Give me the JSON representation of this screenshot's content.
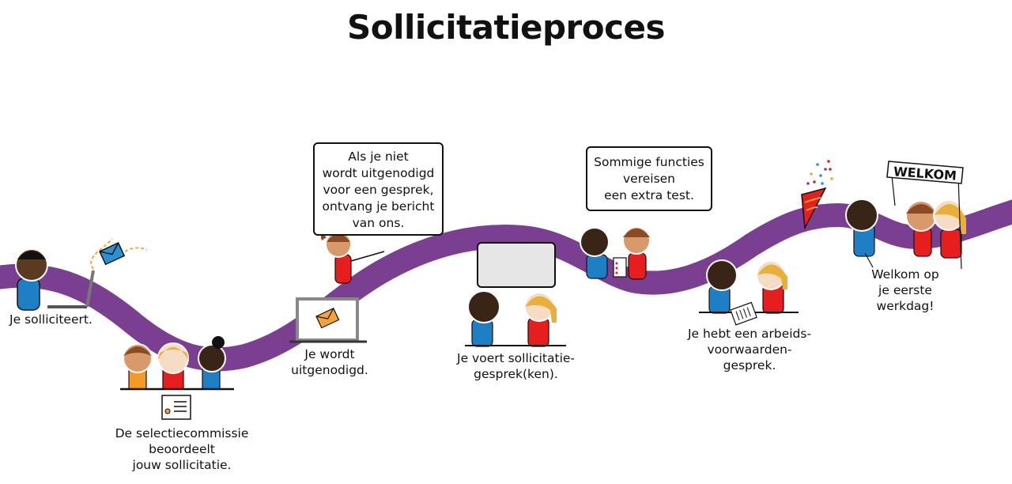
{
  "title": "Sollicitatieproces",
  "colors": {
    "path": "#7b3f91",
    "blue_shirt": "#1f7fc4",
    "red_shirt": "#e61e1e",
    "orange_shirt": "#f59a24",
    "envelope_blue": "#2b8fd6",
    "envelope_orange": "#f6a43a",
    "bubble_gray": "#e6e6e6"
  },
  "steps": [
    {
      "id": "apply",
      "caption": "Je solliciteert.",
      "icon": "envelope-icon"
    },
    {
      "id": "review",
      "caption": "De selectiecommissie\nbeoordeelt\njouw sollicitatie.",
      "icon": "document-icon"
    },
    {
      "id": "invited",
      "caption": "Je wordt\nuitgenodigd.",
      "icon": "laptop-envelope-icon",
      "bubble": "Als je niet\nwordt uitgenodigd\nvoor een gesprek,\nontvang je bericht\nvan ons."
    },
    {
      "id": "interview",
      "caption": "Je voert sollicitatie-\ngesprek(ken).",
      "icon": "speech-bubble-icon",
      "bubble": ""
    },
    {
      "id": "test",
      "caption": "",
      "icon": "clipboard-icon",
      "bubble": "Sommige functies\nvereisen\neen extra test."
    },
    {
      "id": "terms",
      "caption": "Je hebt een arbeids-\nvoorwaarden-\ngesprek.",
      "icon": "contract-icon"
    },
    {
      "id": "welcome",
      "caption": "Welkom op\nje eerste\nwerkdag!",
      "icon": "party-popper-icon",
      "banner": "WELKOM"
    }
  ]
}
